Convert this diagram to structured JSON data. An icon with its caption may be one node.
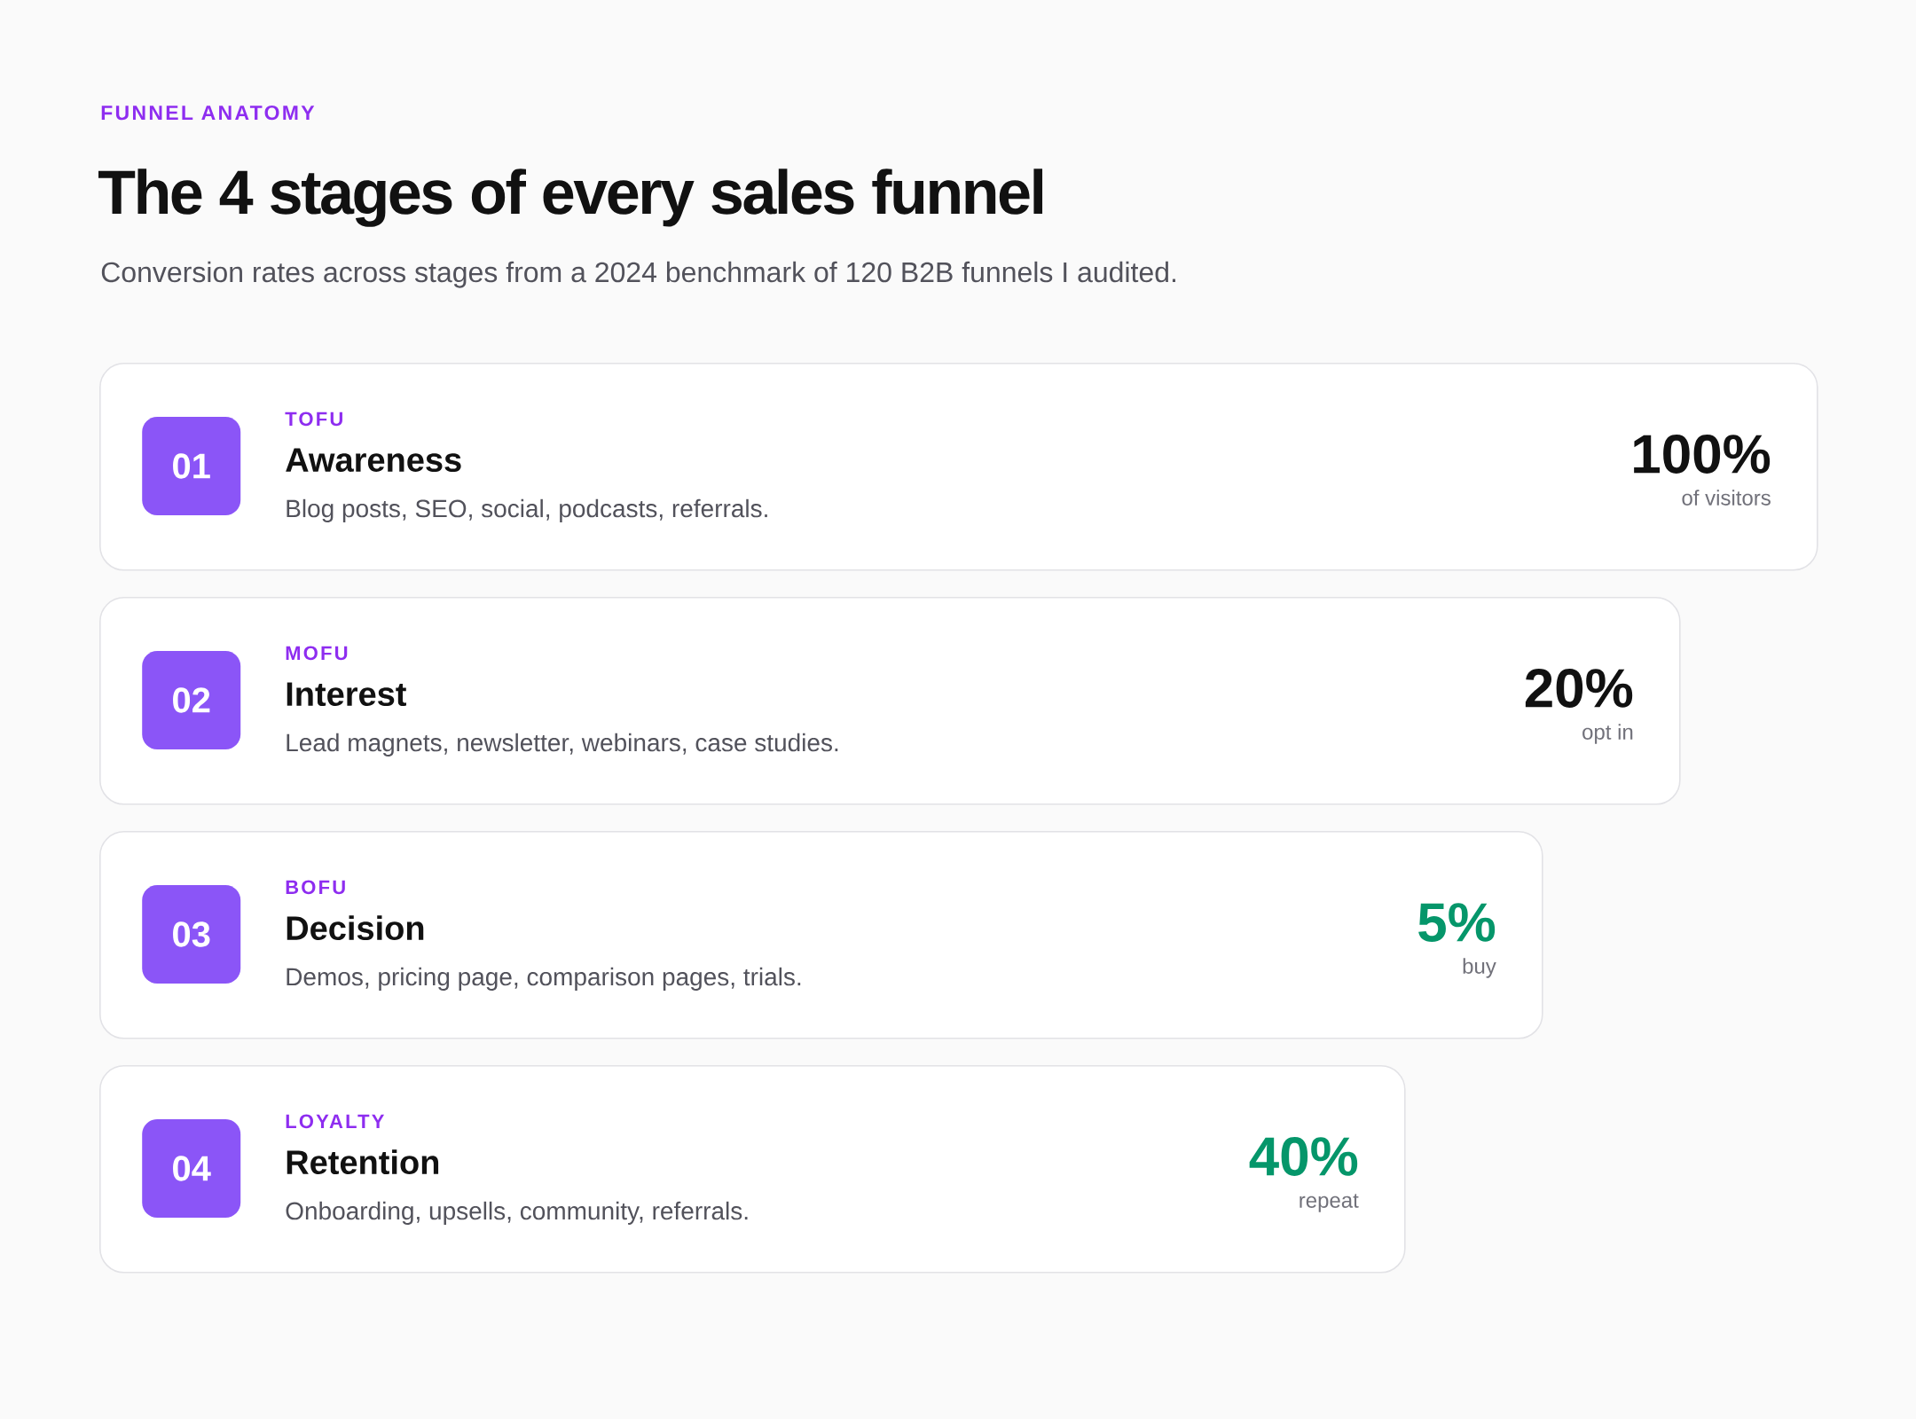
{
  "diagram": {
    "title": "The 4 stages of every sales funnel",
    "nodes": [
      {
        "text": [
          "TOFU",
          "Awareness",
          "Blog posts, SEO, social, podcasts, referrals.",
          "100%",
          "of visitors"
        ]
      },
      {
        "text": [
          "01"
        ],
        "in": 0
      },
      {
        "text": [
          "MOFU",
          "Interest",
          "Lead magnets, newsletter, webinars, case studies.",
          "20%",
          "opt in"
        ]
      },
      {
        "text": [
          "02"
        ],
        "in": 2
      },
      {
        "text": [
          "BOFU",
          "Decision",
          "Demos, pricing page, comparison pages, trials.",
          "5%",
          "buy"
        ]
      },
      {
        "text": [
          "03"
        ],
        "in": 4
      },
      {
        "text": [
          "LOYALTY",
          "Retention",
          "Onboarding, upsells, community, referrals.",
          "40%",
          "repeat"
        ]
      },
      {
        "text": [
          "04"
        ],
        "in": 6
      }
    ],
    "labels": [
      "FUNNEL ANATOMY",
      "Conversion rates across stages from a 2024 benchmark of 120 B2B funnels I audited."
    ]
  }
}
